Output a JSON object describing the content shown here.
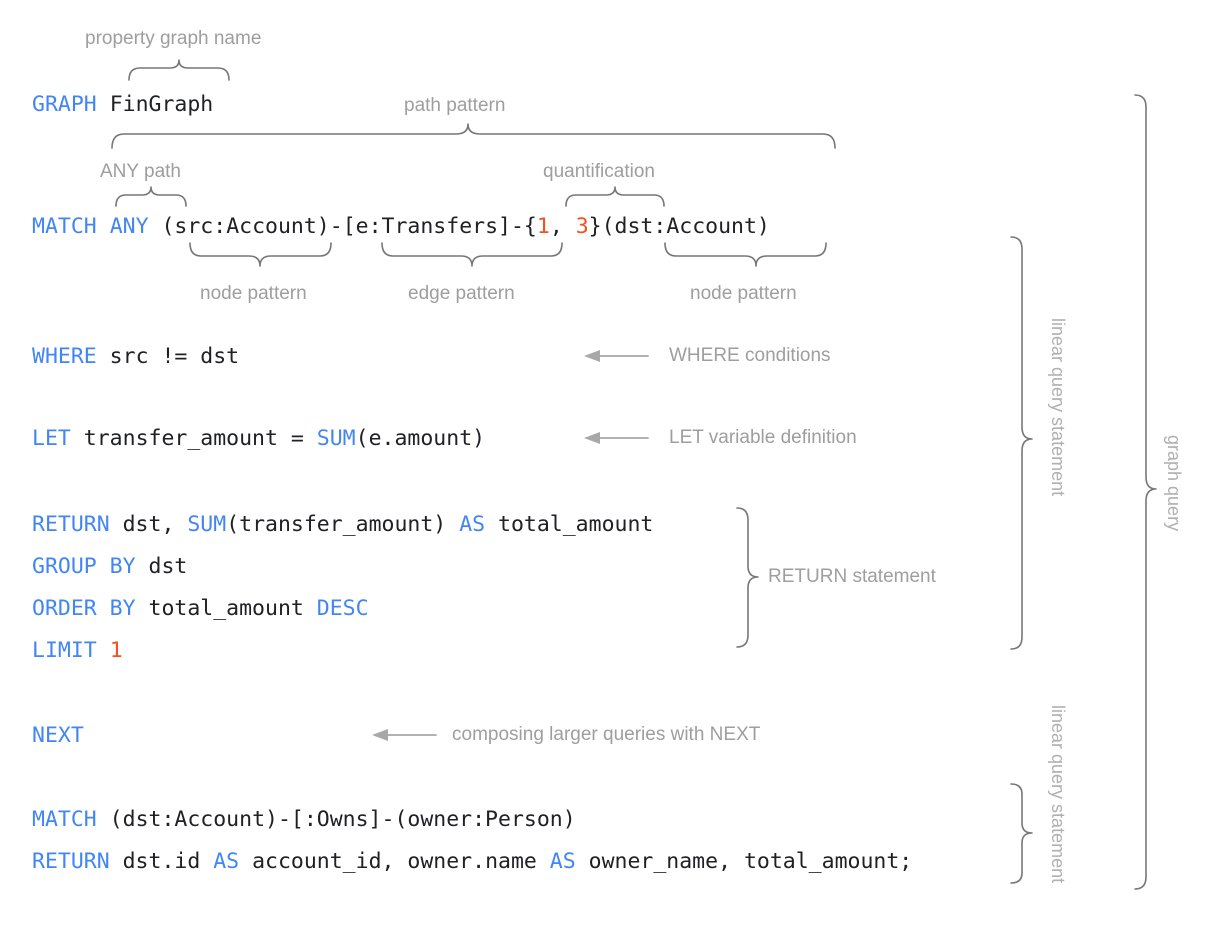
{
  "diagram": {
    "title": "GQL graph query syntax annotation",
    "colors": {
      "keyword": "#4285F4",
      "number": "#F4511E",
      "plain": "#202124",
      "annotation": "#9e9e9e",
      "brace": "#777777",
      "background": "#ffffff"
    }
  },
  "code": {
    "lines": [
      {
        "id": "graph-line",
        "tokens": [
          {
            "t": "GRAPH",
            "k": "kw"
          },
          {
            "t": " ",
            "k": "pl"
          },
          {
            "t": "FinGraph",
            "k": "pl"
          }
        ]
      },
      {
        "id": "match-line",
        "tokens": [
          {
            "t": "MATCH",
            "k": "kw"
          },
          {
            "t": " ",
            "k": "pl"
          },
          {
            "t": "ANY",
            "k": "kw"
          },
          {
            "t": " (src:Account)-[e:Transfers]-{",
            "k": "pl"
          },
          {
            "t": "1",
            "k": "num"
          },
          {
            "t": ", ",
            "k": "pl"
          },
          {
            "t": "3",
            "k": "num"
          },
          {
            "t": "}(dst:Account)",
            "k": "pl"
          }
        ]
      },
      {
        "id": "where-line",
        "tokens": [
          {
            "t": "WHERE",
            "k": "kw"
          },
          {
            "t": " src != dst",
            "k": "pl"
          }
        ]
      },
      {
        "id": "let-line",
        "tokens": [
          {
            "t": "LET",
            "k": "kw"
          },
          {
            "t": " transfer_amount = ",
            "k": "pl"
          },
          {
            "t": "SUM",
            "k": "kw"
          },
          {
            "t": "(e.amount)",
            "k": "pl"
          }
        ]
      },
      {
        "id": "return-line",
        "tokens": [
          {
            "t": "RETURN",
            "k": "kw"
          },
          {
            "t": " dst, ",
            "k": "pl"
          },
          {
            "t": "SUM",
            "k": "kw"
          },
          {
            "t": "(transfer_amount) ",
            "k": "pl"
          },
          {
            "t": "AS",
            "k": "kw"
          },
          {
            "t": " total_amount",
            "k": "pl"
          }
        ]
      },
      {
        "id": "groupby-line",
        "tokens": [
          {
            "t": "GROUP BY",
            "k": "kw"
          },
          {
            "t": " dst",
            "k": "pl"
          }
        ]
      },
      {
        "id": "orderby-line",
        "tokens": [
          {
            "t": "ORDER BY",
            "k": "kw"
          },
          {
            "t": " total_amount ",
            "k": "pl"
          },
          {
            "t": "DESC",
            "k": "kw"
          }
        ]
      },
      {
        "id": "limit-line",
        "tokens": [
          {
            "t": "LIMIT",
            "k": "kw"
          },
          {
            "t": " ",
            "k": "pl"
          },
          {
            "t": "1",
            "k": "num"
          }
        ]
      },
      {
        "id": "next-line",
        "tokens": [
          {
            "t": "NEXT",
            "k": "kw"
          }
        ]
      },
      {
        "id": "match2-line",
        "tokens": [
          {
            "t": "MATCH",
            "k": "kw"
          },
          {
            "t": " (dst:Account)-[:Owns]-(owner:Person)",
            "k": "pl"
          }
        ]
      },
      {
        "id": "return2-line",
        "tokens": [
          {
            "t": "RETURN",
            "k": "kw"
          },
          {
            "t": " dst.id ",
            "k": "pl"
          },
          {
            "t": "AS",
            "k": "kw"
          },
          {
            "t": " account_id, owner.name ",
            "k": "pl"
          },
          {
            "t": "AS",
            "k": "kw"
          },
          {
            "t": " owner_name, total_amount;",
            "k": "pl"
          }
        ]
      }
    ]
  },
  "annotations": {
    "property_graph_name": "property graph name",
    "path_pattern": "path pattern",
    "any_path": "ANY path",
    "quantification": "quantification",
    "node_pattern_left": "node pattern",
    "edge_pattern": "edge pattern",
    "node_pattern_right": "node pattern",
    "where_conditions": "WHERE conditions",
    "let_variable_definition": "LET variable definition",
    "return_statement": "RETURN statement",
    "composing_with_next": "composing larger queries with NEXT",
    "linear_query_statement_1": "linear query statement",
    "linear_query_statement_2": "linear query statement",
    "graph_query": "graph query"
  }
}
